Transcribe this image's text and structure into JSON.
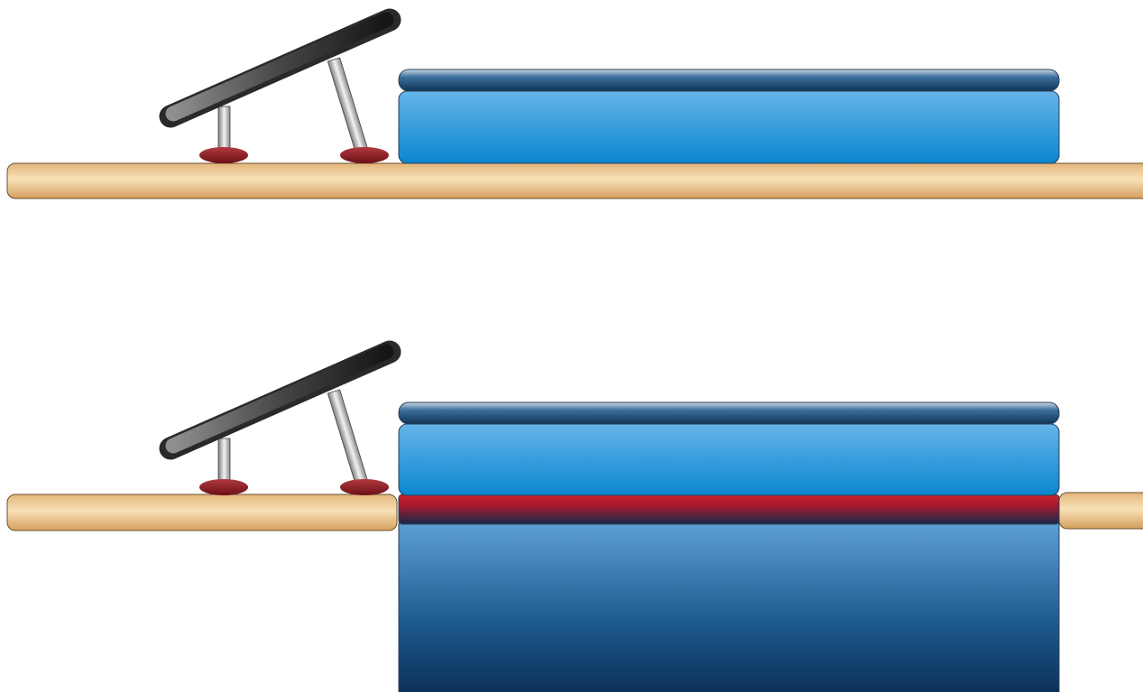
{
  "figure": {
    "background": "#ffffff",
    "panels": [
      {
        "name": "top-panel",
        "state": "pit-closed",
        "parts": [
          "springboard",
          "runway",
          "landing-mat"
        ]
      },
      {
        "name": "bottom-panel",
        "state": "pit-open",
        "parts": [
          "springboard",
          "runway-left",
          "landing-mat",
          "pit-edge",
          "pit-foam",
          "runway-right"
        ]
      }
    ],
    "colors": {
      "runway_light": "#f6dcb0",
      "runway_dark": "#d9a866",
      "board_dark": "#1c1c1c",
      "board_light": "#b9b9b9",
      "foot_red": "#8c1d22",
      "mat_light": "#7ec3ee",
      "mat_dark": "#0b6fb8",
      "pit_edge_red": "#c0202a",
      "pit_dark": "#0b2a4f",
      "pit_light": "#5aa3d8"
    }
  }
}
